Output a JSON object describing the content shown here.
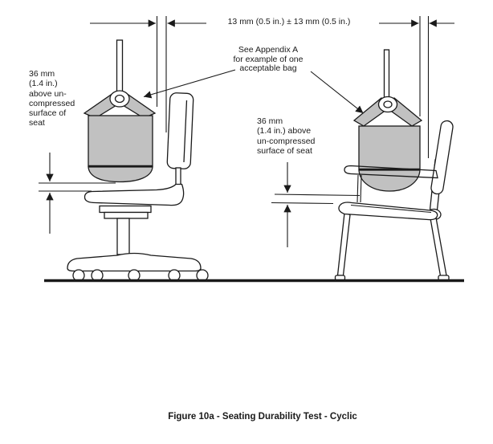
{
  "figure": {
    "caption": "Figure 10a - Seating Durability Test - Cyclic"
  },
  "annotations": {
    "top_dimension": "13 mm (0.5 in.) ± 13 mm (0.5 in.)",
    "appendix_note": "See Appendix A\nfor example of one\nacceptable bag",
    "left_clearance_note": "36 mm\n(1.4 in.)\nabove un-\ncompressed\nsurface of\nseat",
    "right_clearance_note": "36 mm\n(1.4 in.) above\nun-compressed\nsurface of seat"
  },
  "colors": {
    "bag_fill": "#c1c1c1",
    "line": "#1a1a1a",
    "background": "#ffffff"
  }
}
